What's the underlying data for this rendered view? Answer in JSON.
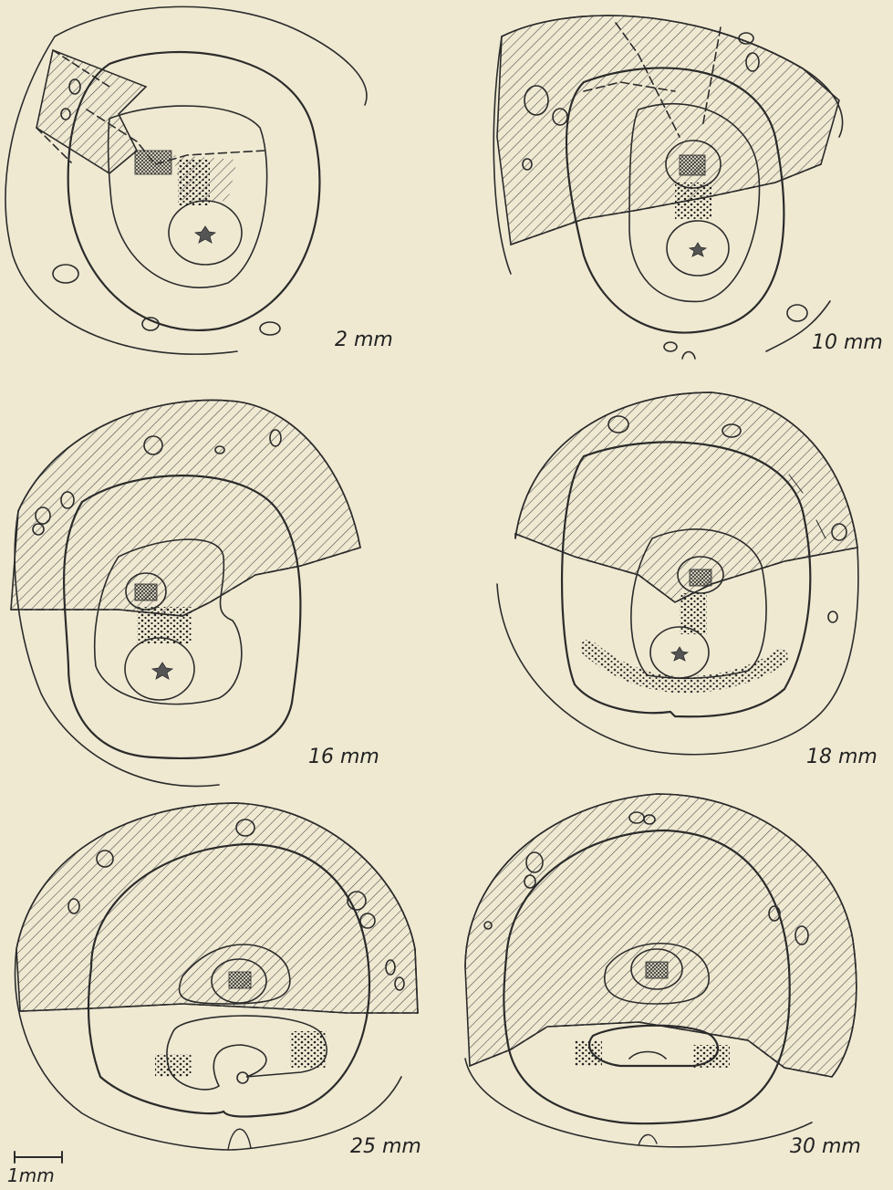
{
  "panels": [
    {
      "label": "2 mm"
    },
    {
      "label": "10 mm"
    },
    {
      "label": "16 mm"
    },
    {
      "label": "18 mm"
    },
    {
      "label": "25 mm"
    },
    {
      "label": "30 mm"
    }
  ],
  "scale_bar": {
    "label": "1mm"
  },
  "colors": {
    "ink": "#2b2b2b",
    "paper": "#efe9d2"
  }
}
